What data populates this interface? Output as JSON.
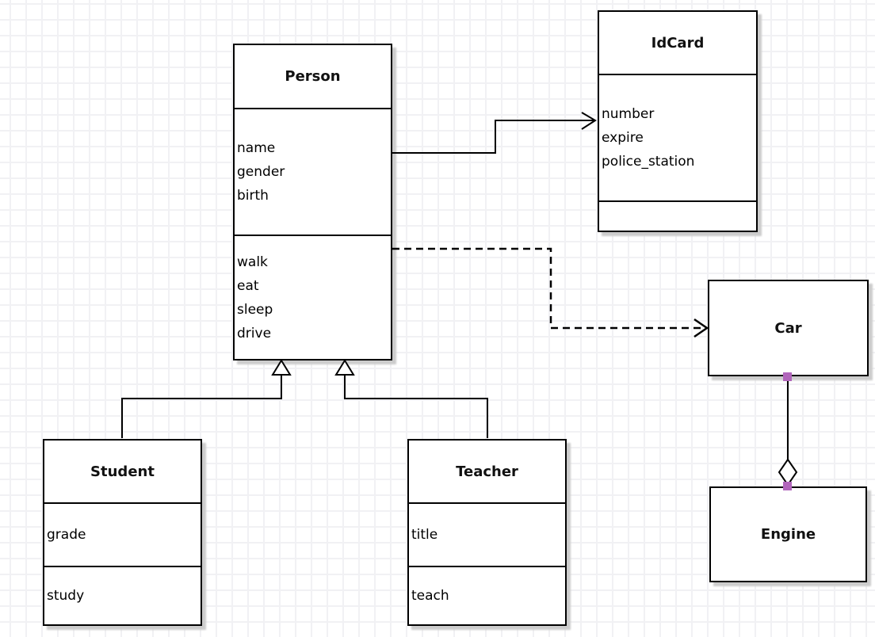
{
  "classes": {
    "person": {
      "title": "Person",
      "attributes": [
        "name",
        "gender",
        "birth"
      ],
      "methods": [
        "walk",
        "eat",
        "sleep",
        "drive"
      ]
    },
    "idcard": {
      "title": "IdCard",
      "attributes": [
        "number",
        "expire",
        "police_station"
      ],
      "methods": []
    },
    "car": {
      "title": "Car",
      "attributes": [],
      "methods": []
    },
    "engine": {
      "title": "Engine",
      "attributes": [],
      "methods": []
    },
    "student": {
      "title": "Student",
      "attributes": [
        "grade"
      ],
      "methods": [
        "study"
      ]
    },
    "teacher": {
      "title": "Teacher",
      "attributes": [
        "title"
      ],
      "methods": [
        "teach"
      ]
    }
  },
  "relationships": [
    {
      "from": "Person",
      "to": "IdCard",
      "type": "directed-association",
      "line": "solid",
      "arrow": "open-arrowhead"
    },
    {
      "from": "Person",
      "to": "Car",
      "type": "dependency",
      "line": "dashed",
      "arrow": "open-arrowhead"
    },
    {
      "from": "Student",
      "to": "Person",
      "type": "generalization",
      "line": "solid",
      "arrow": "hollow-triangle"
    },
    {
      "from": "Teacher",
      "to": "Person",
      "type": "generalization",
      "line": "solid",
      "arrow": "hollow-triangle"
    },
    {
      "from": "Car",
      "to": "Engine",
      "type": "aggregation",
      "line": "solid",
      "arrow": "hollow-diamond",
      "endpoint_handles": "purple-squares"
    }
  ],
  "colors": {
    "line": "#000000",
    "box_fill": "#ffffff",
    "handle": "#b165bb",
    "shadow": "#cccccc",
    "grid_line": "#f1f1f4"
  }
}
